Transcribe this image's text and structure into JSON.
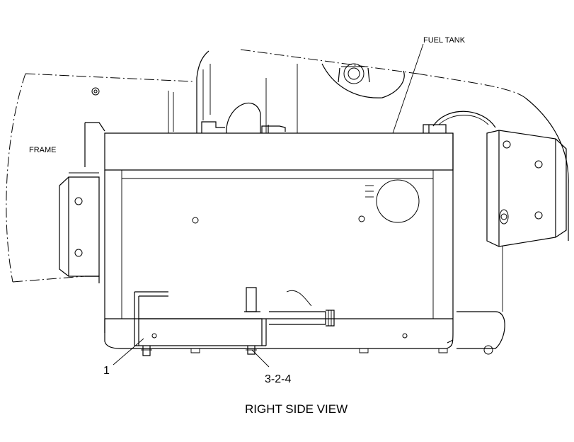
{
  "labels": {
    "fuel_tank": "FUEL TANK",
    "frame": "FRAME",
    "callout_1": "1",
    "callout_2": "3-2-4",
    "view_title": "RIGHT SIDE VIEW"
  }
}
